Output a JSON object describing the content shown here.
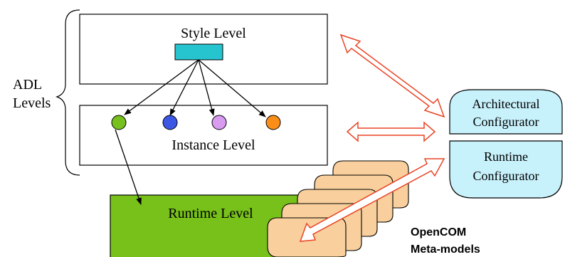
{
  "adl_label": {
    "line1": "ADL",
    "line2": "Levels"
  },
  "style_level": {
    "title": "Style Level"
  },
  "instance_level": {
    "title": "Instance Level"
  },
  "runtime_level": {
    "title": "Runtime Level"
  },
  "architectural_configurator": {
    "line1": "Architectural",
    "line2": "Configurator"
  },
  "runtime_configurator": {
    "line1": "Runtime",
    "line2": "Configurator"
  },
  "opencom": {
    "line1": "OpenCOM",
    "line2": "Meta-models"
  },
  "colors": {
    "style_rect": "#25c4cf",
    "runtime_box": "#77c11a",
    "configurator": "#c7f1fb",
    "metamodel": "#f8cf9d",
    "red_arrow": "#ea4324",
    "components": [
      "#76c11e",
      "#3c57e4",
      "#d99bef",
      "#fb8d19"
    ]
  }
}
